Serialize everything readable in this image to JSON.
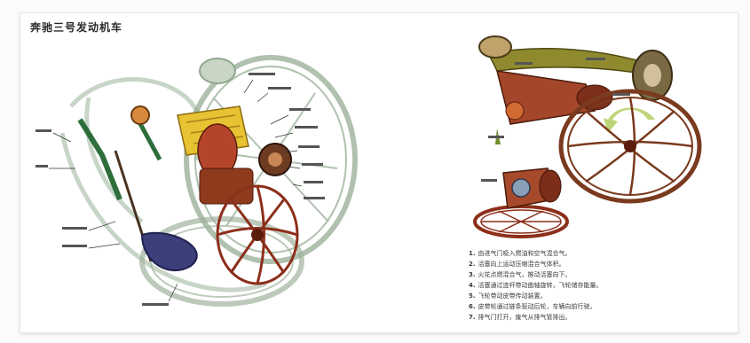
{
  "diagram": {
    "title": "奔驰三号发动机车",
    "notes": [
      {
        "no": "1.",
        "text": "由进气门吸入燃油和空气混合气。"
      },
      {
        "no": "2.",
        "text": "活塞向上运动压缩混合气体积。"
      },
      {
        "no": "3.",
        "text": "火花点燃混合气，推动活塞向下。"
      },
      {
        "no": "4.",
        "text": "活塞通过连杆带动曲轴旋转，飞轮储存能量。"
      },
      {
        "no": "5.",
        "text": "飞轮带动皮带传动装置。"
      },
      {
        "no": "6.",
        "text": "皮带轮通过链条驱动后轮，车辆向前行驶。"
      },
      {
        "no": "7.",
        "text": "排气门打开，废气从排气管排出。"
      }
    ]
  }
}
